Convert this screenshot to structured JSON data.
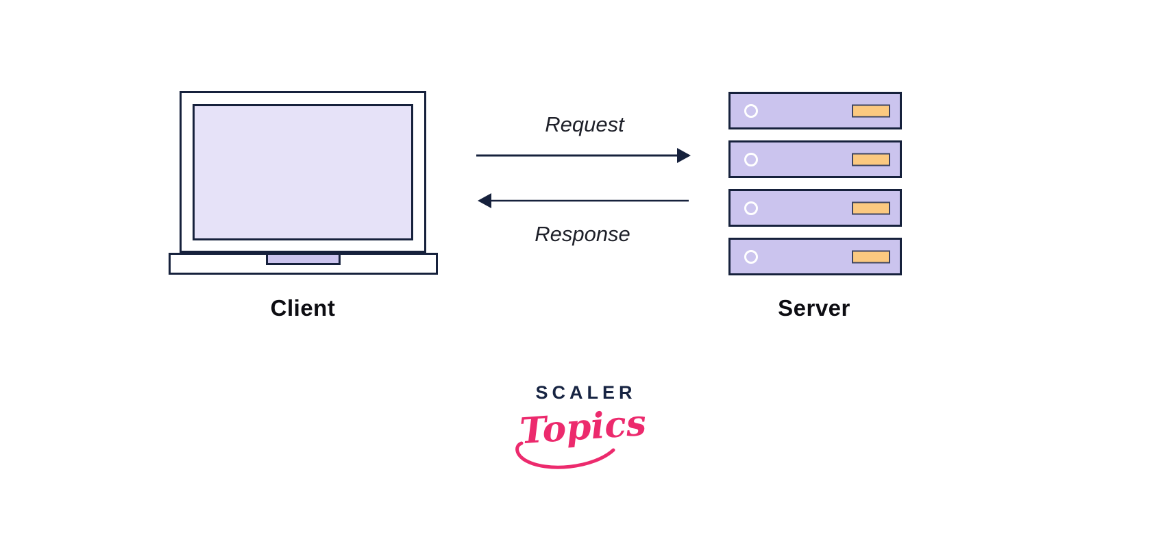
{
  "diagram": {
    "client": {
      "label": "Client",
      "icon": "laptop-icon"
    },
    "server": {
      "label": "Server",
      "icon": "server-rack-icon",
      "unit_count": 4
    },
    "arrows": {
      "request_label": "Request",
      "response_label": "Response"
    },
    "logo": {
      "brand": "SCALER",
      "sub": "Topics"
    },
    "colors": {
      "background": "#ffffff",
      "outline_navy": "#16213c",
      "screen_lavender": "#e6e2f8",
      "server_lavender": "#cbc4ee",
      "slot_orange": "#fbc980",
      "label_text": "#0d0d12",
      "logo_navy": "#172442",
      "logo_pink": "#ec2a6d"
    }
  }
}
